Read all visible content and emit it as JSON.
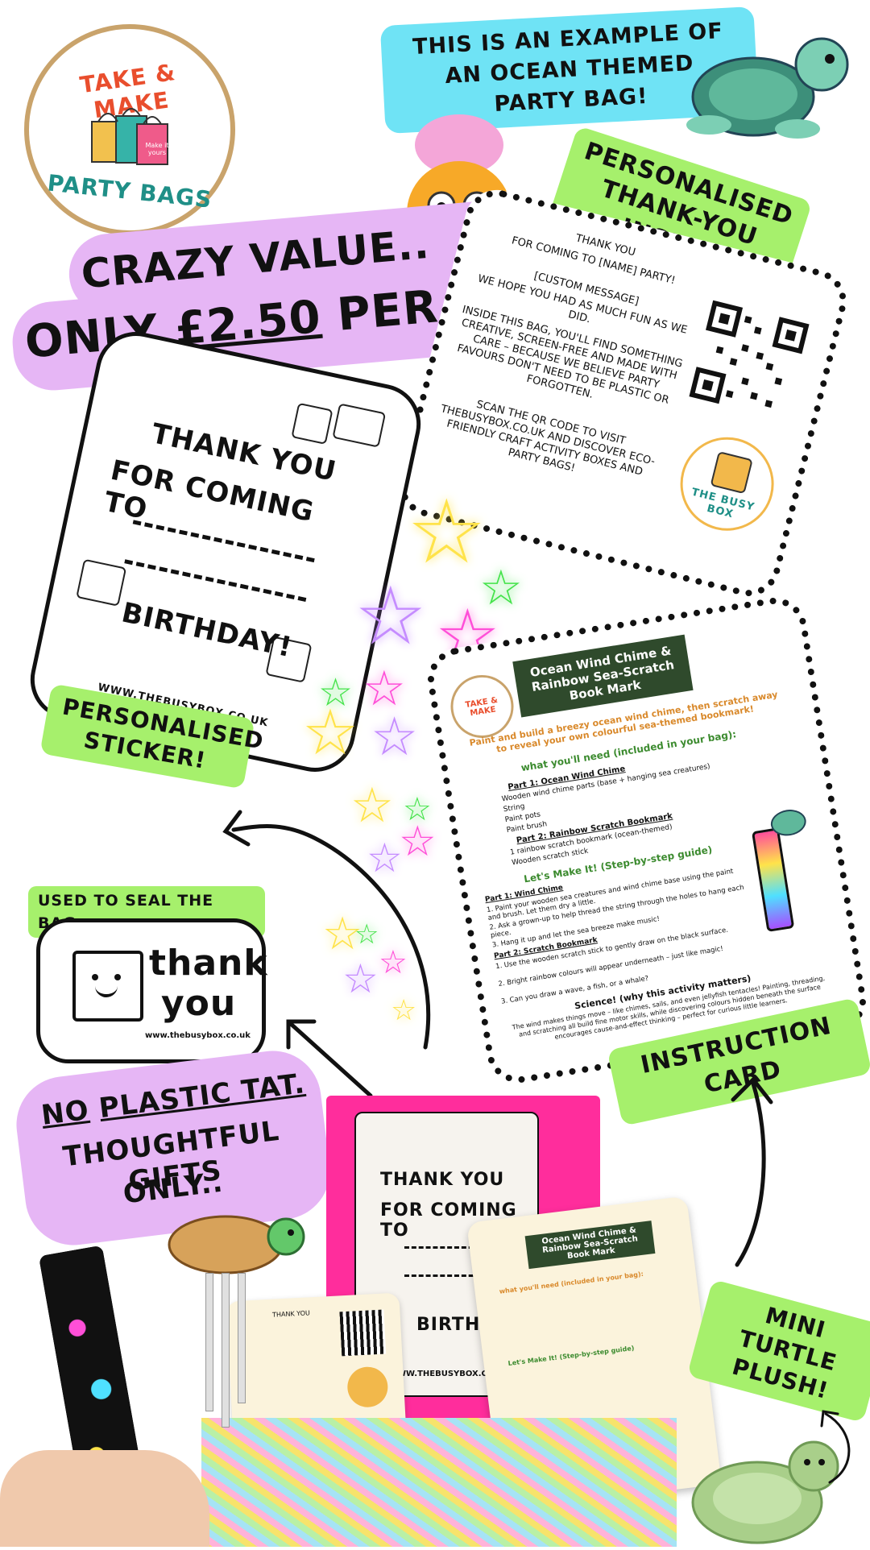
{
  "logo": {
    "line1": "TAKE & MAKE",
    "line2": "PARTY BAGS",
    "bag_text": "Make it yours"
  },
  "banner": "THIS IS AN EXAMPLE OF AN OCEAN THEMED PARTY BAG!",
  "value": {
    "line1": "CRAZY VALUE..",
    "line2_pre": "ONLY ",
    "price": "£2.50",
    "line2_post": " PER BAG!"
  },
  "insert": {
    "label": "PERSONALISED THANK-YOU INSERT",
    "text": [
      "THANK YOU",
      "FOR COMING TO [NAME] PARTY!",
      "[CUSTOM MESSAGE]",
      "WE HOPE YOU HAD AS MUCH FUN AS WE DID.",
      "INSIDE THIS BAG, YOU'LL FIND SOMETHING CREATIVE, SCREEN-FREE AND MADE WITH CARE – BECAUSE WE BELIEVE PARTY FAVOURS DON'T NEED TO BE PLASTIC OR FORGOTTEN.",
      "SCAN THE QR CODE TO VISIT THEBUSYBOX.CO.UK AND DISCOVER ECO-FRIENDLY CRAFT ACTIVITY BOXES AND PARTY BAGS!"
    ],
    "busybox_logo": "THE BUSY BOX"
  },
  "sticker": {
    "line1": "THANK YOU",
    "line2": "FOR COMING TO",
    "line3": "BIRTHDAY!",
    "url": "WWW.THEBUSYBOX.CO.UK",
    "label": "PERSONALISED STICKER!"
  },
  "seal": {
    "label": "USED TO SEAL THE BAG",
    "text1": "thank",
    "text2": "you",
    "url": "www.thebusybox.co.uk"
  },
  "instruction": {
    "title": "Ocean Wind Chime & Rainbow Sea-Scratch Book Mark",
    "subtitle": "Paint and build a breezy ocean wind chime, then scratch away to reveal your own colourful sea-themed bookmark!",
    "need_heading": "what you'll need (included in your bag):",
    "part1": "Part 1: Ocean Wind Chime",
    "part1_items": [
      "Wooden wind chime parts (base + hanging sea creatures)",
      "String",
      "Paint pots",
      "Paint brush"
    ],
    "part2": "Part 2: Rainbow Scratch Bookmark",
    "part2_items": [
      "1 rainbow scratch bookmark (ocean-themed)",
      "Wooden scratch stick"
    ],
    "make_heading": "Let's Make It! (Step-by-step guide)",
    "steps": [
      "Part 1: Wind Chime",
      "1. Paint your wooden sea creatures and wind chime base using the paint and brush. Let them dry a little.",
      "2. Ask a grown-up to help thread the string through the holes to hang each piece.",
      "3. Hang it up and let the sea breeze make music!",
      "Part 2: Scratch Bookmark",
      "1. Use the wooden scratch stick to gently draw on the black surface.",
      "2. Bright rainbow colours will appear underneath – just like magic!",
      "3. Can you draw a wave, a fish, or a whale?"
    ],
    "science_heading": "Science! (why this activity matters)",
    "science_text": "The wind makes things move – like chimes, sails, and even jellyfish tentacles! Painting, threading, and scratching all build fine motor skills, while discovering colours hidden beneath the surface encourages cause-and-effect thinking – perfect for curious little learners.",
    "label": "INSTRUCTION CARD"
  },
  "no_plastic": {
    "line1_a": "NO",
    "line1_b": "PLASTIC TAT.",
    "line2": "THOUGHTFUL GIFTS",
    "line3": "ONLY.."
  },
  "turtle_label": "MINI TURTLE PLUSH!",
  "colors": {
    "green": "#a6f06c",
    "purple": "#e6b6f5",
    "cyan": "#6fe3f5",
    "pink": "#ff2d9c"
  },
  "icons": [
    "turtle-icon",
    "exploding-head-emoji-icon",
    "qr-code-icon",
    "star-icon",
    "arrow-icon"
  ]
}
